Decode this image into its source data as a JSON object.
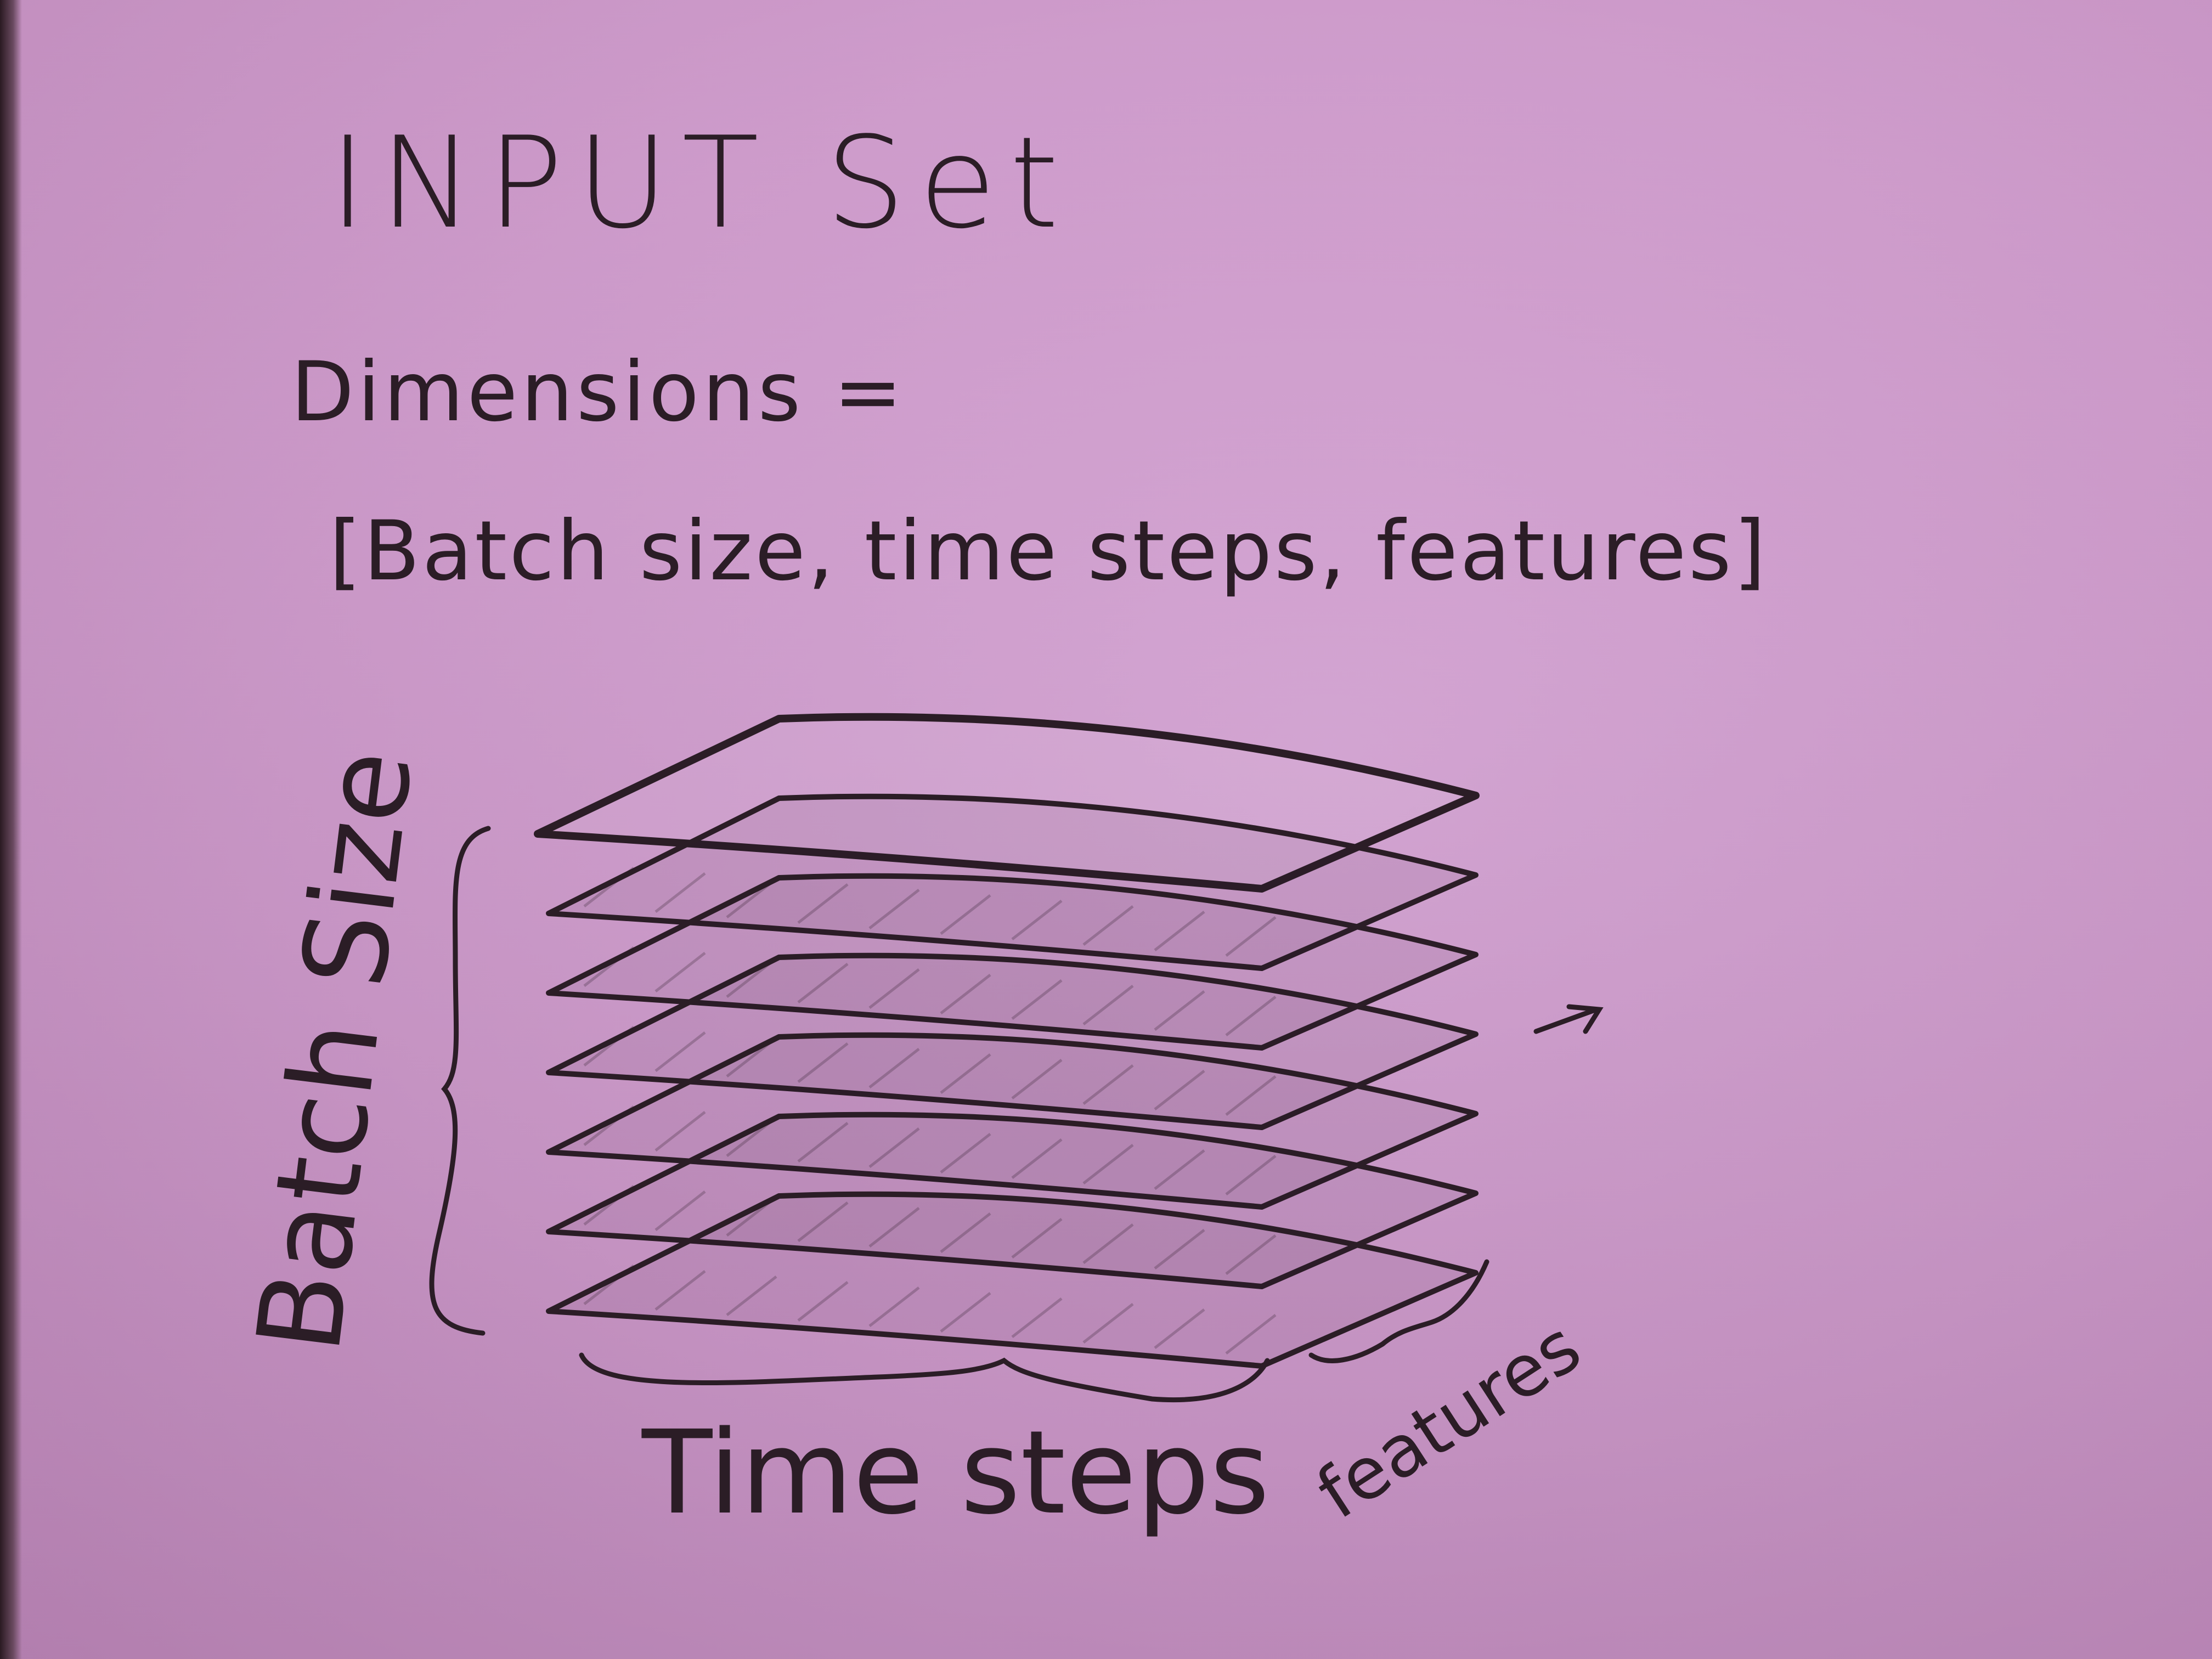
{
  "title": "INPUT Set",
  "dimensions_label": "Dimensions =",
  "dimensions_value": "[Batch size, time steps, features]",
  "diagram": {
    "layer_count": 7,
    "labels": {
      "batch_axis": "Batch Size",
      "time_axis": "Time steps",
      "feature_axis": "features"
    }
  },
  "colors": {
    "paper": "#cc97c9",
    "ink": "#2b1d26"
  }
}
